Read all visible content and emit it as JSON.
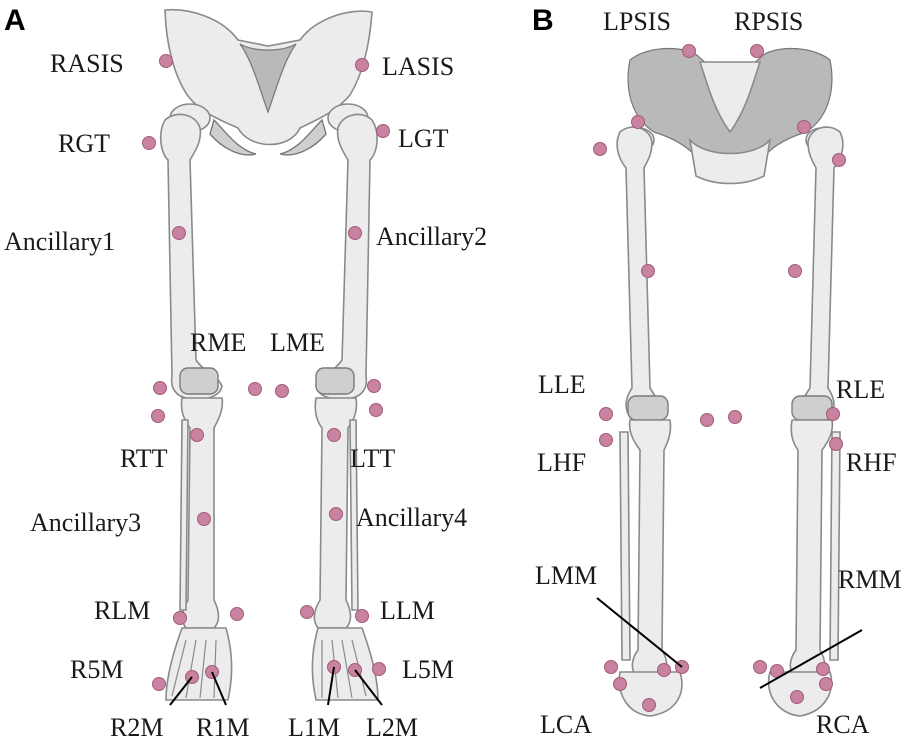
{
  "panels": [
    {
      "letter": "A",
      "labels": {
        "rasis": "RASIS",
        "lasis": "LASIS",
        "rgt": "RGT",
        "lgt": "LGT",
        "anc1": "Ancillary1",
        "anc2": "Ancillary2",
        "rme": "RME",
        "lme": "LME",
        "rtt": "RTT",
        "ltt": "LTT",
        "anc3": "Ancillary3",
        "anc4": "Ancillary4",
        "rlm": "RLM",
        "llm": "LLM",
        "r5m": "R5M",
        "l5m": "L5M",
        "r2m": "R2M",
        "r1m": "R1M",
        "l1m": "L1M",
        "l2m": "L2M"
      }
    },
    {
      "letter": "B",
      "labels": {
        "lpsis": "LPSIS",
        "rpsis": "RPSIS",
        "lle": "LLE",
        "rle": "RLE",
        "lhf": "LHF",
        "rhf": "RHF",
        "lmm": "LMM",
        "rmm": "RMM",
        "lca": "LCA",
        "rca": "RCA"
      }
    }
  ],
  "colors": {
    "marker": "#c9829f",
    "bone": "#ececec",
    "outline": "#8a8a8a"
  }
}
